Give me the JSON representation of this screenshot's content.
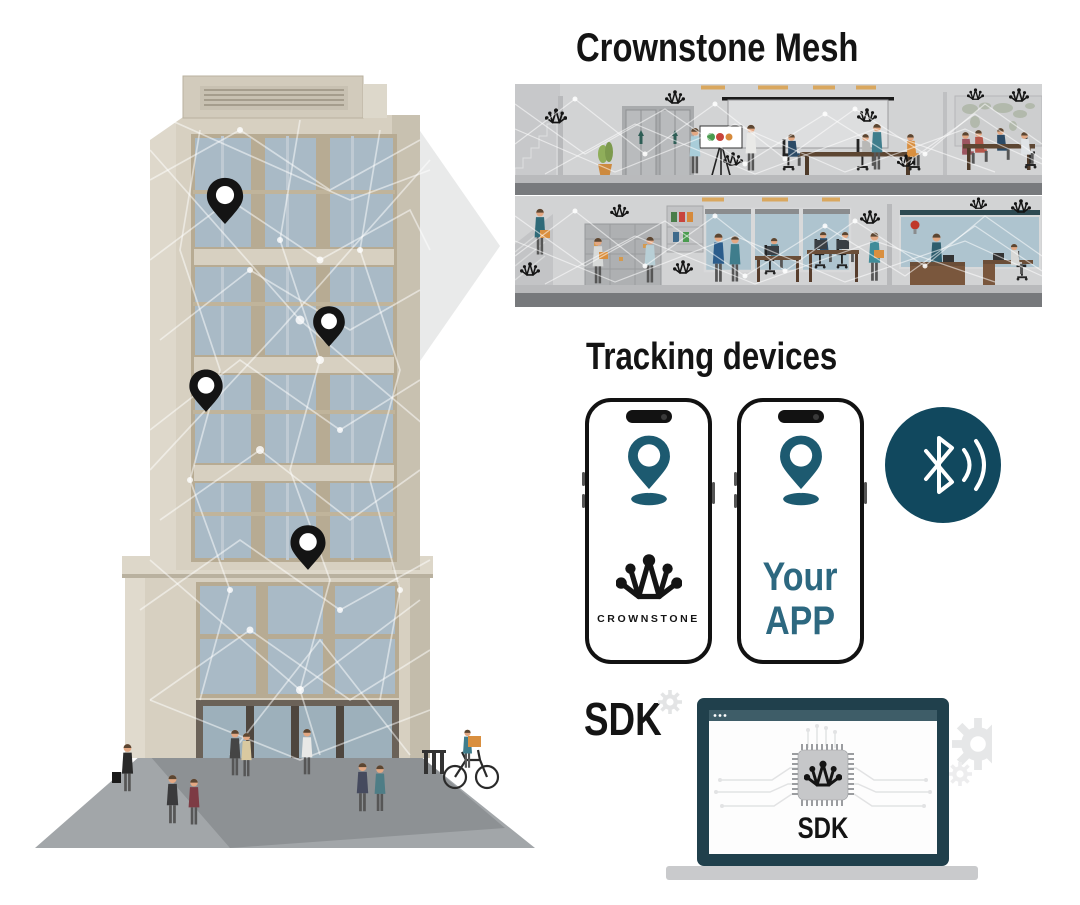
{
  "sections": {
    "crownstone_mesh": {
      "title": "Crownstone Mesh"
    },
    "tracking_devices": {
      "title": "Tracking devices",
      "crownstone_phone": {
        "brand": "CROWNSTONE"
      },
      "your_app_phone": {
        "line1": "Your",
        "line2": "APP"
      }
    },
    "sdk": {
      "title": "SDK",
      "laptop_screen_label": "SDK"
    }
  },
  "icons": {
    "location_pin": "black map pin with white circle",
    "crownstone_logo": "crown made of mesh nodes",
    "bluetooth": "bluetooth rune with signal waves in teal circle",
    "chip": "processor chip with crownstone logo",
    "gear": "light gray gear",
    "arrow": "large light gray arrow pointing right"
  },
  "colors": {
    "accent_teal": "#1d5a70",
    "your_app_text": "#2d6880",
    "bluetooth_circle": "#11485e",
    "laptop_frame": "#20404c",
    "laptop_titlebar": "#3e5d68",
    "logo_black": "#141414",
    "building_beige": "#d7d0c1",
    "window_glass": "#a9bac6",
    "floor_background": "#d2d3d4",
    "floor_band": "#77797c",
    "plaza_gray": "#a2a6a9",
    "ceiling_light_tan": "#d9a75e",
    "box_orange": "#d98f3f"
  }
}
